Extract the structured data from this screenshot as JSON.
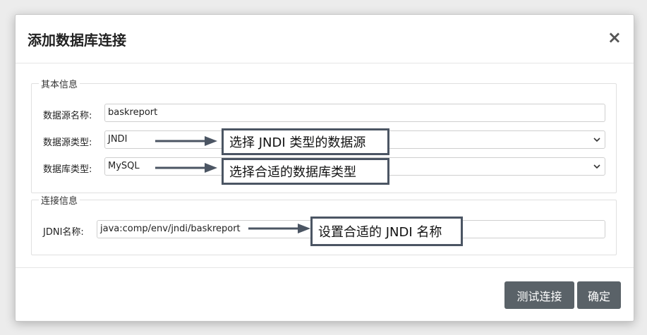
{
  "dialog": {
    "title": "添加数据库连接",
    "close_label": "×"
  },
  "basic_info": {
    "legend": "其本信息",
    "name_label": "数据源名称:",
    "name_value": "baskreport",
    "type_label": "数据源类型:",
    "type_value": "JNDI",
    "db_type_label": "数据库类型:",
    "db_type_value": "MySQL"
  },
  "connection_info": {
    "legend": "连接信息",
    "jndi_label": "JDNI名称:",
    "jndi_value": "java:comp/env/jndi/baskreport"
  },
  "annotations": {
    "type_note": "选择 JNDI 类型的数据源",
    "db_type_note": "选择合适的数据库类型",
    "jndi_note": "设置合适的 JNDI 名称"
  },
  "footer": {
    "test_button": "测试连接",
    "ok_button": "确定"
  },
  "colors": {
    "button_bg": "#5a6268",
    "callout_border": "#4b5563"
  }
}
